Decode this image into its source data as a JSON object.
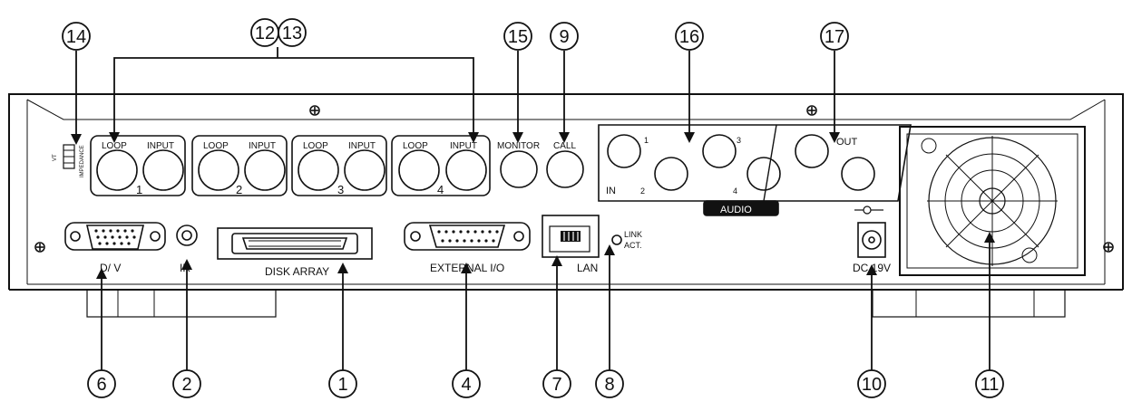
{
  "panel": {
    "vt_label": "VT",
    "dip_label": "IMPEDANCE",
    "video_pairs": [
      {
        "loop": "LOOP",
        "input": "INPUT",
        "channel": "1"
      },
      {
        "loop": "LOOP",
        "input": "INPUT",
        "channel": "2"
      },
      {
        "loop": "LOOP",
        "input": "INPUT",
        "channel": "3"
      },
      {
        "loop": "LOOP",
        "input": "INPUT",
        "channel": "4"
      }
    ],
    "monitor_label": "MONITOR",
    "call_label": "CALL",
    "audio_in": {
      "in_label": "IN",
      "ch1": "1",
      "ch2": "2",
      "ch3": "3",
      "ch4": "4"
    },
    "audio_out_label": "OUT",
    "audio_label": "AUDIO",
    "dv_label": "D/ V",
    "ir_label": "IR",
    "disk_array_label": "DISK ARRAY",
    "external_io_label": "EXTERNAL I/O",
    "lan_label": "LAN",
    "link_label": "LINK",
    "act_label": "ACT.",
    "dc_label": "DC 19V"
  },
  "callouts_top": [
    "14",
    "12",
    "13",
    "15",
    "9",
    "16",
    "17"
  ],
  "callouts_bottom": [
    "6",
    "2",
    "1",
    "4",
    "7",
    "8",
    "10",
    "11"
  ]
}
